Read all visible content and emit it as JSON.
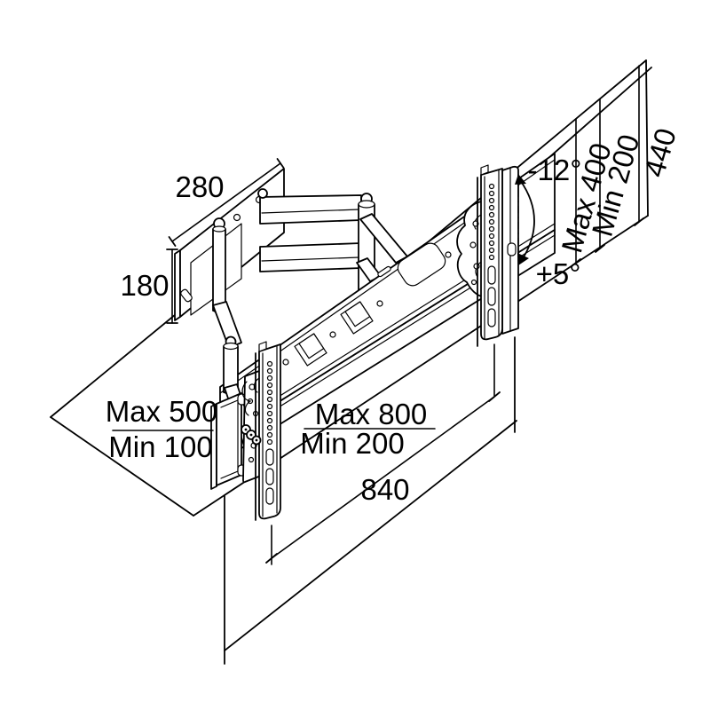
{
  "diagram": {
    "title": "TV wall mount bracket dimension drawing",
    "colors": {
      "line": "#000000",
      "background": "#ffffff",
      "text": "#000000"
    },
    "labels": {
      "plate_width": "280",
      "plate_height": "180",
      "tilt_back": "-12°",
      "tilt_forward": "+5°",
      "vesa_vertical_max": "Max 400",
      "vesa_vertical_min": "Min 200",
      "bracket_height": "440",
      "arm_extension_max": "Max 500",
      "arm_extension_min": "Min 100",
      "vesa_horizontal_max": "Max 800",
      "vesa_horizontal_min": "Min 200",
      "rail_length": "840"
    }
  }
}
